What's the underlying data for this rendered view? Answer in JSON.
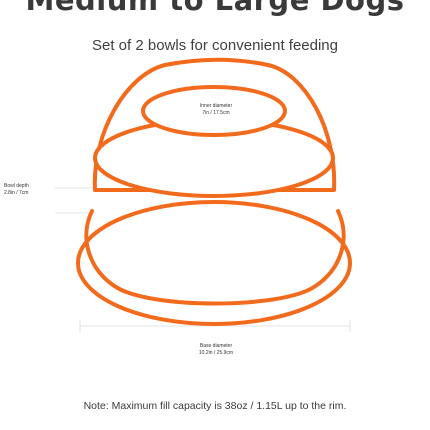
{
  "header": {
    "headline": "Medium to Large Dogs",
    "subtitle": "Set of 2 bowls for convenient feeding"
  },
  "diagram": {
    "inner_diameter": {
      "title": "Inner diameter",
      "value": "7in / 17.5cm"
    },
    "bowl_depth": {
      "title": "Bowl depth",
      "value": "2.8in / 7cm"
    },
    "base_diameter": {
      "title": "Base diameter",
      "value": "10.2in / 25.9cm"
    },
    "colors": {
      "bowl_outline": "#f26b1d",
      "guide_lines": "#cccccc"
    }
  },
  "footer": {
    "note": "Note: Maximum fill capacity is 38oz / 1.15L up to the rim."
  }
}
